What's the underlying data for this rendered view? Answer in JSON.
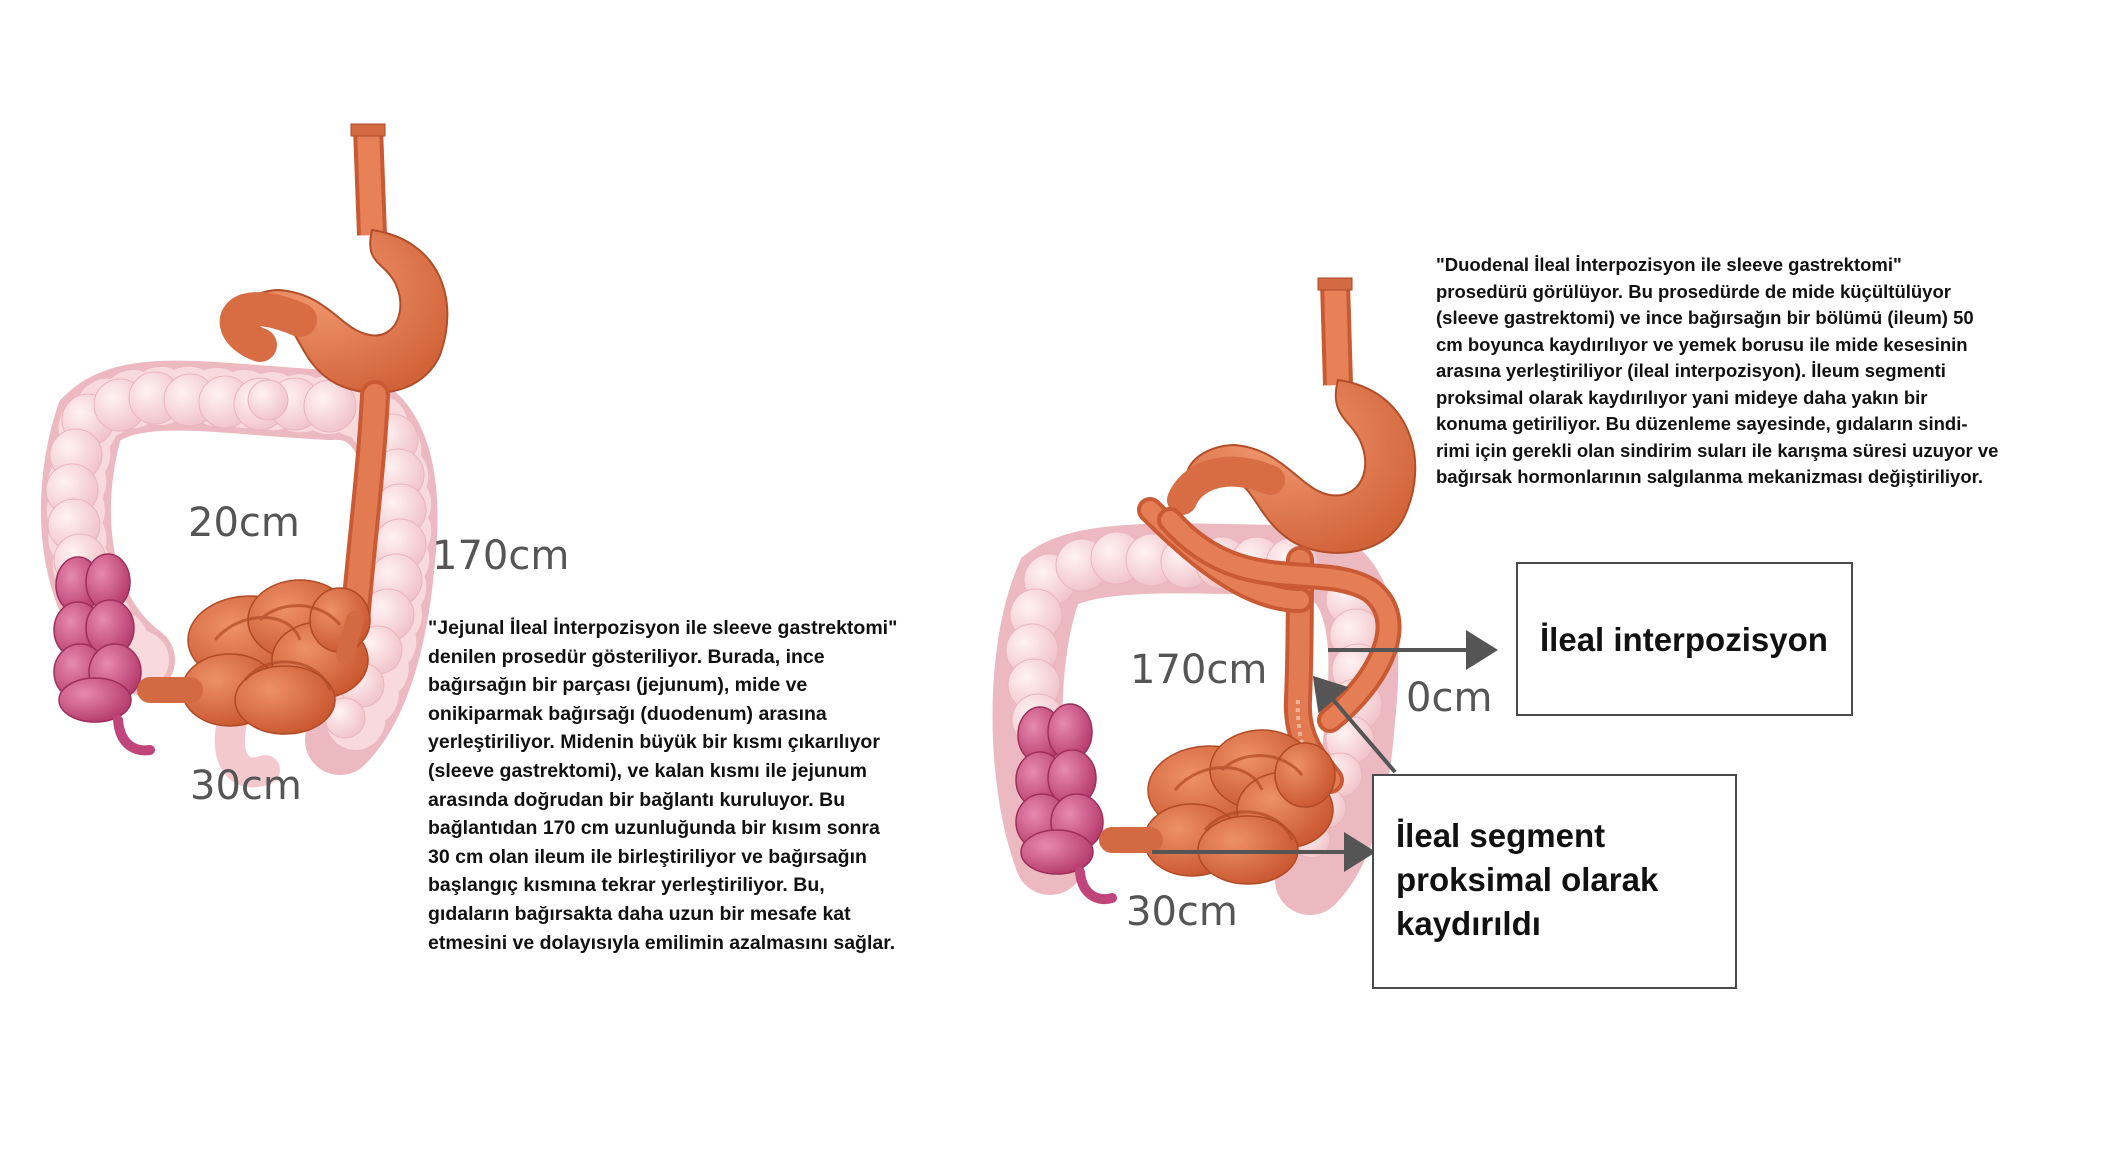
{
  "left_diagram": {
    "labels": {
      "upper_left": "20cm",
      "upper_right": "170cm",
      "bottom": "30cm"
    },
    "caption_lines": [
      "\"Jejunal İleal İnterpozisyon ile sleeve gastrektomi\"",
      "denilen prosedür gösteriliyor. Burada, ince",
      "bağırsağın bir parçası (jejunum), mide ve",
      "onikiparmak bağırsağı (duodenum) arasına",
      "yerleştiriliyor. Midenin büyük bir kısmı çıkarılıyor",
      "(sleeve gastrektomi), ve kalan kısmı ile jejunum",
      "arasında doğrudan bir bağlantı kuruluyor. Bu",
      "bağlantıdan 170 cm uzunluğunda bir kısım sonra",
      "30 cm olan ileum ile birleştiriliyor ve bağırsağın",
      "başlangıç kısmına tekrar yerleştiriliyor. Bu,",
      "gıdaların bağırsakta daha uzun bir mesafe kat",
      "etmesini ve dolayısıyla emilimin azalmasını sağlar."
    ]
  },
  "right_diagram": {
    "labels": {
      "middle": "170cm",
      "right": "0cm",
      "bottom": "30cm"
    },
    "caption_lines": [
      "\"Duodenal İleal İnterpozisyon ile sleeve gastrektomi\"",
      "prosedürü görülüyor. Bu prosedürde de mide küçültülüyor",
      "(sleeve gastrektomi) ve ince bağırsağın bir bölümü (ileum) 50",
      "cm boyunca kaydırılıyor ve yemek borusu ile mide kesesinin",
      "arasına yerleştiriliyor (ileal interpozisyon). İleum segmenti",
      "proksimal olarak kaydırılıyor yani mideye daha yakın bir",
      "konuma getiriliyor. Bu düzenleme sayesinde, gıdaların sindi-",
      "rimi için gerekli olan sindirim suları ile karışma süresi uzuyor ve",
      "bağırsak hormonlarının salgılanma mekanizması değiştiriliyor."
    ],
    "callouts": {
      "interposition": "İleal interpozisyon",
      "segment_lines": [
        "İleal segment",
        "proksimal olarak",
        "kaydırıldı"
      ]
    }
  },
  "colors": {
    "stomach": "#e07a4f",
    "stomach_dark": "#b9532e",
    "colon": "#f6d3d6",
    "colon_dark": "#e8b0b8",
    "cecum": "#c8497a",
    "arrow": "#555555"
  }
}
